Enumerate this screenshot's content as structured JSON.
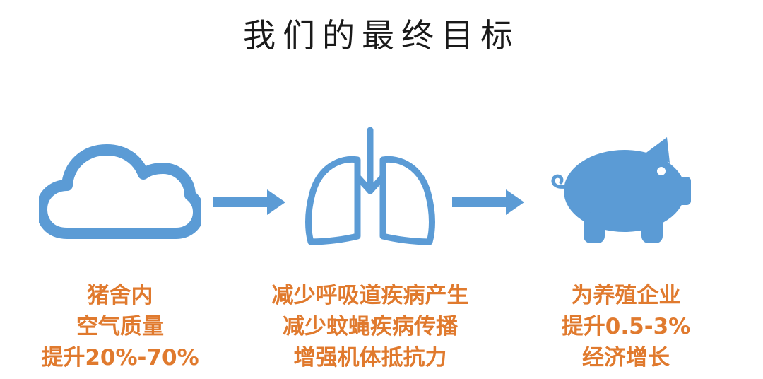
{
  "title": "我们的最终目标",
  "colors": {
    "icon_blue": "#5b9bd5",
    "caption_orange": "#e07a2e",
    "title": "#1a1a1a"
  },
  "steps": [
    {
      "icon": "cloud-icon",
      "lines": [
        "猪舍内",
        "空气质量",
        "提升20%-70%"
      ]
    },
    {
      "icon": "lungs-icon",
      "lines": [
        "减少呼吸道疾病产生",
        "减少蚊蝇疾病传播",
        "增强机体抵抗力"
      ]
    },
    {
      "icon": "pig-icon",
      "lines": [
        "为养殖企业",
        "提升0.5-3%",
        "经济增长"
      ]
    }
  ],
  "connectors": [
    "arrow-right-icon",
    "arrow-right-icon"
  ]
}
